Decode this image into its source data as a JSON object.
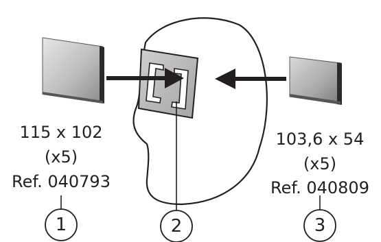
{
  "parts": [
    {
      "id": "1",
      "size": "115 x 102",
      "qty": "(x5)",
      "ref": "Ref. 040793"
    },
    {
      "id": "2"
    },
    {
      "id": "3",
      "size": "103,6 x 54",
      "qty": "(x5)",
      "ref": "Ref. 040809"
    }
  ],
  "colors": {
    "ink": "#231f20",
    "glass_light": "#dcdcdc",
    "glass_dark": "#6e6e6e"
  }
}
